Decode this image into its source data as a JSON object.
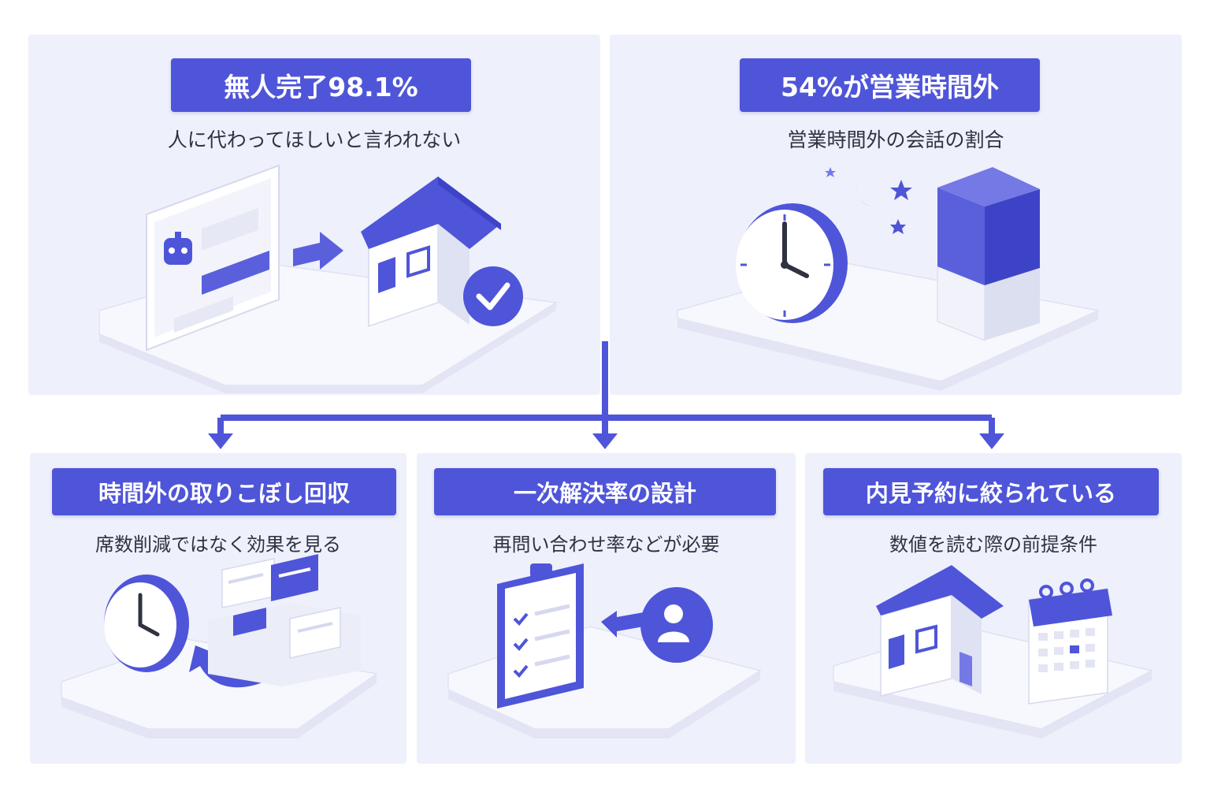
{
  "top_panels": [
    {
      "title": "無人完了98.1%",
      "subtitle": "人に代わってほしいと言われない"
    },
    {
      "title": "54%が営業時間外",
      "subtitle": "営業時間外の会話の割合"
    }
  ],
  "bottom_panels": [
    {
      "title": "時間外の取りこぼし回収",
      "subtitle": "席数削減ではなく効果を見る"
    },
    {
      "title": "一次解決率の設計",
      "subtitle": "再問い合わせ率などが必要"
    },
    {
      "title": "内見予約に絞られている",
      "subtitle": "数値を読む際の前提条件"
    }
  ],
  "colors": {
    "accent": "#4f55d8",
    "accent_light": "#7479e6",
    "panel_bg": "#eef0fb",
    "text": "#2f3240"
  },
  "icons": [
    "chatbot-screen-icon",
    "arrow-right-icon",
    "house-icon",
    "checkmark-icon",
    "clock-icon",
    "moon-icon",
    "star-icon",
    "stacked-bar-icon",
    "clock-icon",
    "return-arrow-icon",
    "chat-bubbles-icon",
    "clipboard-checklist-icon",
    "arrow-left-icon",
    "person-icon",
    "house-icon",
    "calendar-icon"
  ]
}
